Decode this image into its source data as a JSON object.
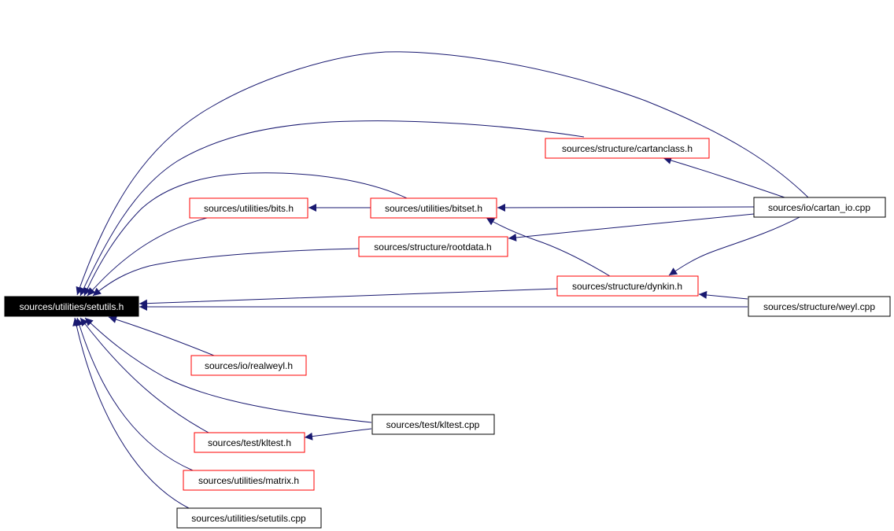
{
  "colors": {
    "edge": "#191970",
    "border_red": "#ff0000",
    "border_black": "#000000",
    "root_fill": "#000000",
    "root_text": "#ffffff",
    "text": "#000000"
  },
  "nodes": {
    "setutils_h": "sources/utilities/setutils.h",
    "cartanclass_h": "sources/structure/cartanclass.h",
    "bits_h": "sources/utilities/bits.h",
    "bitset_h": "sources/utilities/bitset.h",
    "cartan_io_cpp": "sources/io/cartan_io.cpp",
    "rootdata_h": "sources/structure/rootdata.h",
    "dynkin_h": "sources/structure/dynkin.h",
    "weyl_cpp": "sources/structure/weyl.cpp",
    "realweyl_h": "sources/io/realweyl.h",
    "kltest_cpp": "sources/test/kltest.cpp",
    "kltest_h": "sources/test/kltest.h",
    "matrix_h": "sources/utilities/matrix.h",
    "setutils_cpp": "sources/utilities/setutils.cpp"
  }
}
